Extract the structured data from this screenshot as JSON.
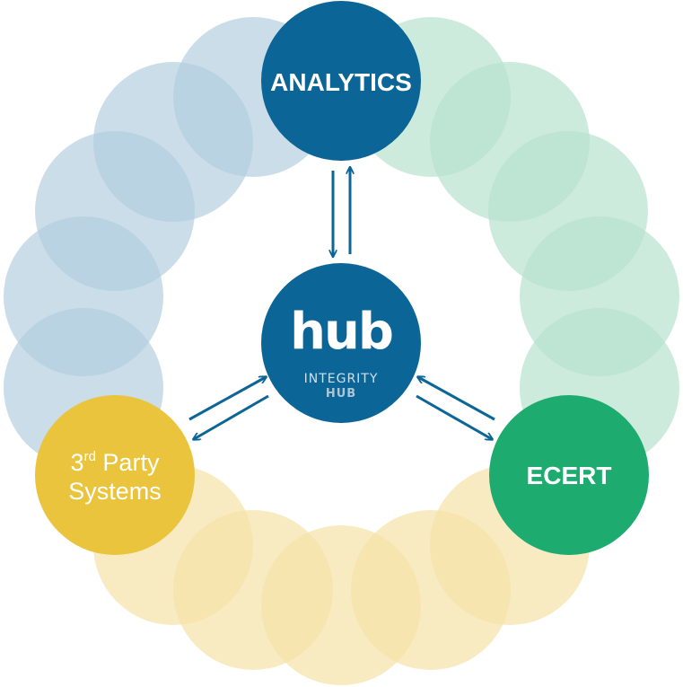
{
  "nodes": {
    "analytics": {
      "label": "ANALYTICS",
      "color": "#0b6596"
    },
    "ecert": {
      "label": "ECERT",
      "color": "#1dab6f"
    },
    "third_party": {
      "line1_main": "3",
      "line1_sup": "rd",
      "line1_rest": " Party",
      "line2": "Systems",
      "color": "#e9c43c"
    },
    "hub": {
      "logo_text": "hub",
      "line1": "INTEGRITY",
      "line2": "HUB",
      "color": "#0b6596"
    }
  },
  "ring_colors": {
    "blue": "#b3cfe0",
    "green": "#b8e3cf",
    "yellow": "#f5e3a6"
  },
  "arrow_color": "#0b6596"
}
